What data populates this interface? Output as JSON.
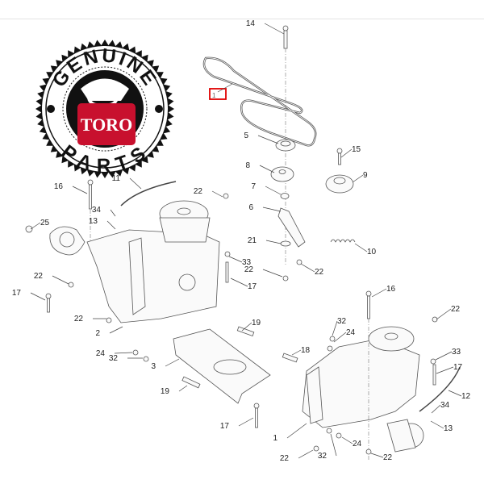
{
  "logo": {
    "top_text": "GENUINE",
    "bottom_text": "PARTS",
    "brand": "TORO",
    "brand_color": "#c8102e"
  },
  "highlight": {
    "label": "1",
    "color": "#e00000"
  },
  "callouts": [
    "14",
    "5",
    "15",
    "8",
    "9",
    "7",
    "6",
    "21",
    "10",
    "22",
    "22",
    "33",
    "17",
    "16",
    "11",
    "22",
    "34",
    "13",
    "25",
    "22",
    "17",
    "22",
    "2",
    "19",
    "24",
    "32",
    "3",
    "19",
    "16",
    "22",
    "32",
    "24",
    "18",
    "33",
    "17",
    "12",
    "34",
    "13",
    "17",
    "1",
    "24",
    "32",
    "22",
    "22"
  ]
}
